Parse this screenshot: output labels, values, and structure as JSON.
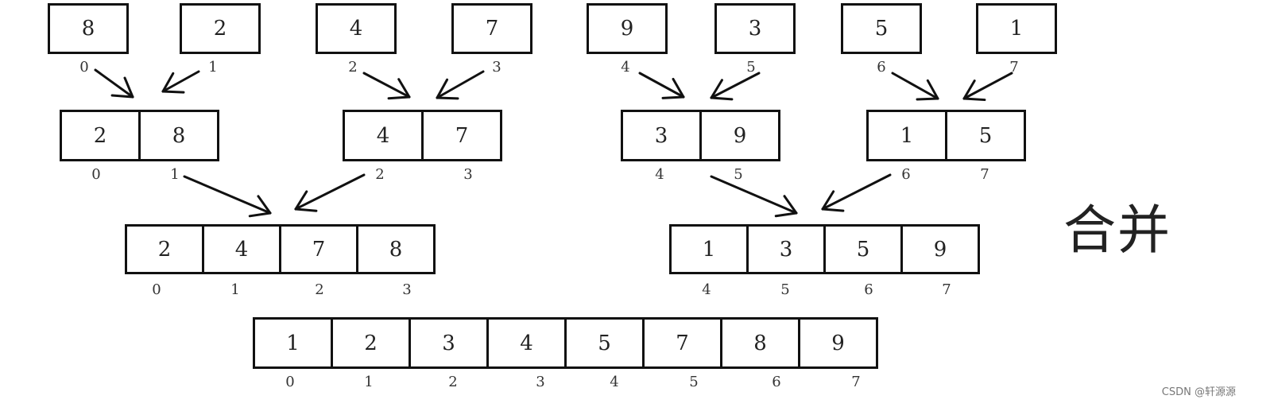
{
  "levels": [
    {
      "groups": [
        {
          "cells": [
            "8"
          ],
          "indices": [
            "0"
          ]
        },
        {
          "cells": [
            "2"
          ],
          "indices": [
            "1"
          ]
        },
        {
          "cells": [
            "4"
          ],
          "indices": [
            "2"
          ]
        },
        {
          "cells": [
            "7"
          ],
          "indices": [
            "3"
          ]
        },
        {
          "cells": [
            "9"
          ],
          "indices": [
            "4"
          ]
        },
        {
          "cells": [
            "3"
          ],
          "indices": [
            "5"
          ]
        },
        {
          "cells": [
            "5"
          ],
          "indices": [
            "6"
          ]
        },
        {
          "cells": [
            "1"
          ],
          "indices": [
            "7"
          ]
        }
      ]
    },
    {
      "groups": [
        {
          "cells": [
            "2",
            "8"
          ],
          "indices": [
            "0",
            "1"
          ]
        },
        {
          "cells": [
            "4",
            "7"
          ],
          "indices": [
            "2",
            "3"
          ]
        },
        {
          "cells": [
            "3",
            "9"
          ],
          "indices": [
            "4",
            "5"
          ]
        },
        {
          "cells": [
            "1",
            "5"
          ],
          "indices": [
            "6",
            "7"
          ]
        }
      ]
    },
    {
      "groups": [
        {
          "cells": [
            "2",
            "4",
            "7",
            "8"
          ],
          "indices": [
            "0",
            "1",
            "2",
            "3"
          ]
        },
        {
          "cells": [
            "1",
            "3",
            "5",
            "9"
          ],
          "indices": [
            "4",
            "5",
            "6",
            "7"
          ]
        }
      ]
    },
    {
      "groups": [
        {
          "cells": [
            "1",
            "2",
            "3",
            "4",
            "5",
            "7",
            "8",
            "9"
          ],
          "indices": [
            "0",
            "1",
            "2",
            "3",
            "4",
            "5",
            "6",
            "7"
          ]
        }
      ]
    }
  ],
  "label": "合并",
  "watermark": "CSDN @轩源源",
  "colors": {
    "stroke": "#111111",
    "text": "#222222"
  }
}
